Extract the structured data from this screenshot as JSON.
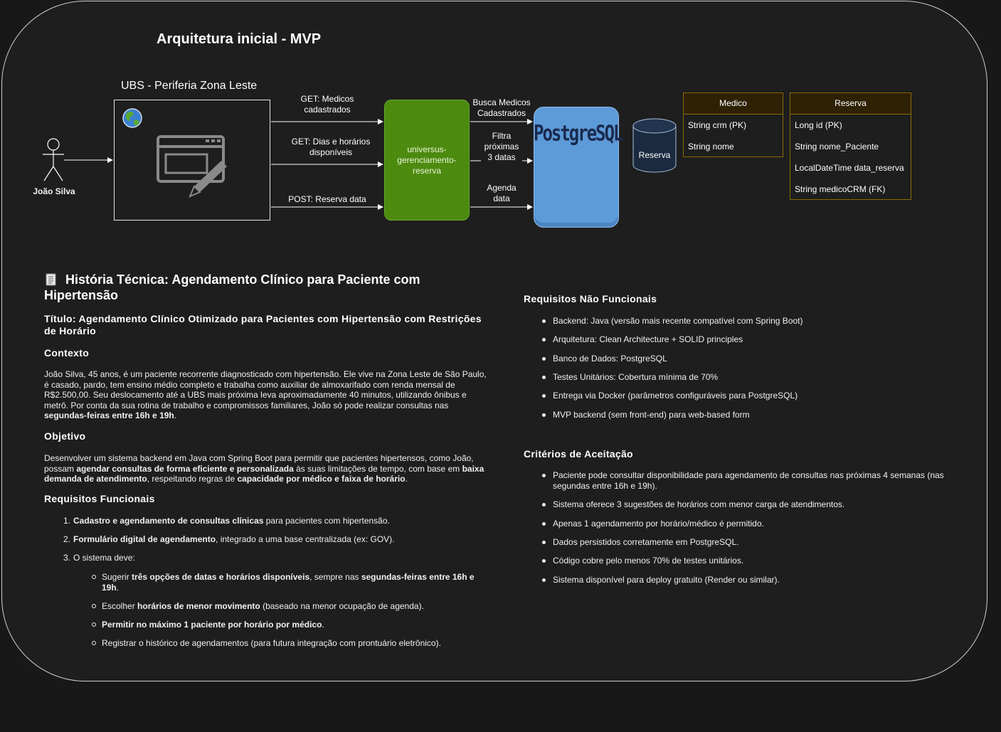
{
  "diagram": {
    "title": "Arquitetura inicial - MVP",
    "ubs_label": "UBS - Periferia Zona Leste",
    "actor_name": "João Silva",
    "service_label": "universus-gerenciamento-reserva",
    "edges_client": [
      "GET: Medicos cadastrados",
      "GET: Dias e horários disponíveis",
      "POST: Reserva data"
    ],
    "edges_db": [
      "Busca Medicos Cadastrados",
      "Filtra próximas 3 datas",
      "Agenda data"
    ],
    "postgres_label": "PostgreSQL",
    "db_label": "Reserva",
    "tables": [
      {
        "name": "Medico",
        "fields": [
          "String crm (PK)",
          "String nome"
        ]
      },
      {
        "name": "Reserva",
        "fields": [
          "Long id (PK)",
          "String nome_Paciente",
          "LocalDateTime data_reserva",
          "String medicoCRM (FK)"
        ]
      }
    ],
    "colors": {
      "service": "#4d8a10",
      "postgres": "#5d9ad8",
      "table_border": "#8a6a00",
      "table_header": "#2e2104"
    }
  },
  "doc": {
    "heading": "História Técnica: Agendamento Clínico para Paciente com Hipertensão",
    "heading_icon": "scroll-icon",
    "title_line": "Título: Agendamento Clínico Otimizado para Pacientes com Hipertensão com Restrições de Horário",
    "contexto_h": "Contexto",
    "contexto_a": "João Silva, 45 anos, é um paciente recorrente diagnosticado com hipertensão. Ele vive na Zona Leste de São Paulo, é casado, pardo, tem ensino médio completo e trabalha como auxiliar de almoxarifado com renda mensal de R$2.500,00. Seu deslocamento até a UBS mais próxima leva aproximadamente 40 minutos, utilizando ônibus e metrô. Por conta da sua rotina de trabalho e compromissos familiares, João só pode realizar consultas nas ",
    "contexto_b": "segundas-feiras entre 16h e 19h",
    "contexto_c": ".",
    "objetivo_h": "Objetivo",
    "objetivo_a": "Desenvolver um sistema backend em Java com Spring Boot para permitir que pacientes hipertensos, como João, possam ",
    "objetivo_b": "agendar consultas de forma eficiente e personalizada",
    "objetivo_c": " às suas limitações de tempo, com base em ",
    "objetivo_d": "baixa demanda de atendimento",
    "objetivo_e": ", respeitando regras de ",
    "objetivo_f": "capacidade por médico e faixa de horário",
    "objetivo_g": ".",
    "rf_h": "Requisitos Funcionais",
    "rf1_b": "Cadastro e agendamento de consultas clínicas",
    "rf1_t": " para pacientes com hipertensão.",
    "rf2_b": "Formulário digital de agendamento",
    "rf2_t": ", integrado a uma base centralizada (ex: GOV).",
    "rf3": "O sistema deve:",
    "sub1_t1": "Sugerir ",
    "sub1_b1": "três opções de datas e horários disponíveis",
    "sub1_t2": ", sempre nas ",
    "sub1_b2": "segundas-feiras entre 16h e 19h",
    "sub1_t3": ".",
    "sub2_t1": "Escolher ",
    "sub2_b1": "horários de menor movimento",
    "sub2_t2": " (baseado na menor ocupação de agenda).",
    "sub3_b1": "Permitir no máximo 1 paciente por horário por médico",
    "sub3_t2": ".",
    "sub4": "Registrar o histórico de agendamentos (para futura integração com prontuário eletrônico).",
    "rnf_h": "Requisitos Não Funcionais",
    "rnf": [
      "Backend: Java (versão mais recente compatível com Spring Boot)",
      "Arquitetura: Clean Architecture + SOLID principles",
      "Banco de Dados: PostgreSQL",
      "Testes Unitários: Cobertura mínima de 70%",
      "Entrega via Docker (parâmetros configuráveis para PostgreSQL)",
      "MVP backend (sem front-end) para web-based form"
    ],
    "ca_h": "Critérios de Aceitação",
    "ca": [
      "Paciente pode consultar disponibilidade para agendamento de consultas nas próximas 4 semanas (nas segundas entre 16h e 19h).",
      "Sistema oferece 3 sugestões de horários com menor carga de atendimentos.",
      "Apenas 1 agendamento por horário/médico é permitido.",
      "Dados persistidos corretamente em PostgreSQL.",
      "Código cobre pelo menos 70% de testes unitários.",
      "Sistema disponível para deploy gratuito (Render ou similar)."
    ]
  }
}
